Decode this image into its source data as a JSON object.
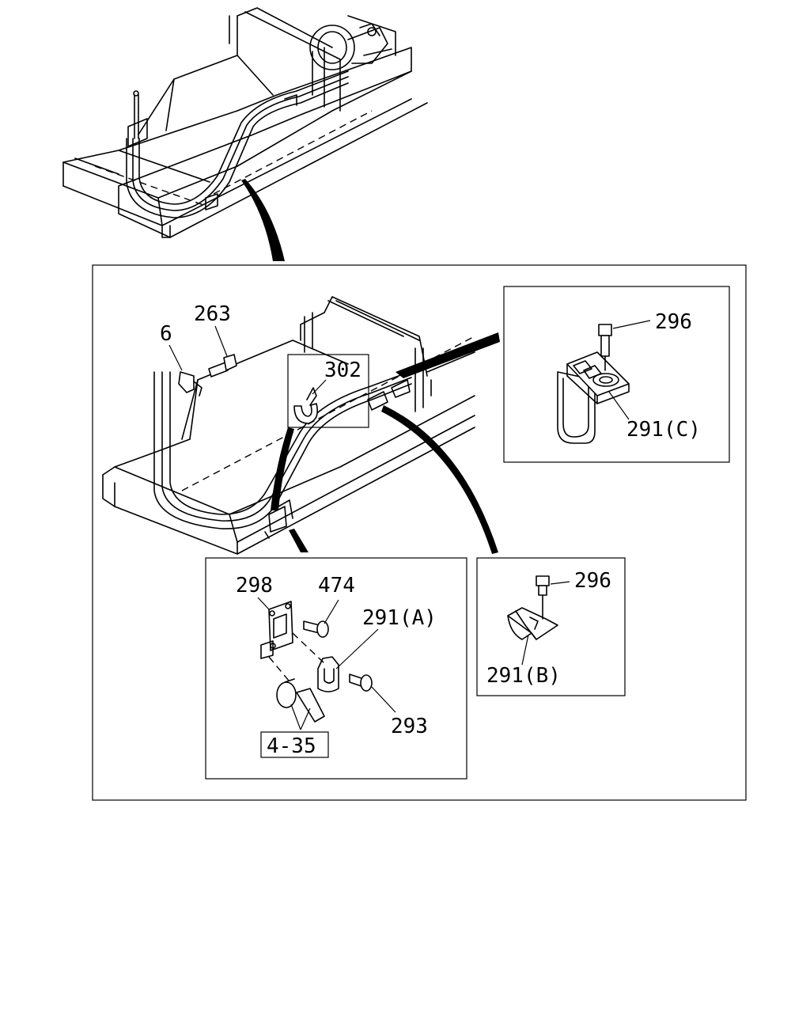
{
  "callouts": {
    "bolt_263": "263",
    "item_6": "6",
    "clip_302": "302",
    "bolt_296_top": "296",
    "clamp_291c": "291(C)",
    "bracket_298": "298",
    "bolt_474": "474",
    "clamp_291a": "291(A)",
    "bolt_293": "293",
    "ref_4_35": "4-35",
    "bolt_296_lower": "296",
    "clamp_291b": "291(B)"
  }
}
